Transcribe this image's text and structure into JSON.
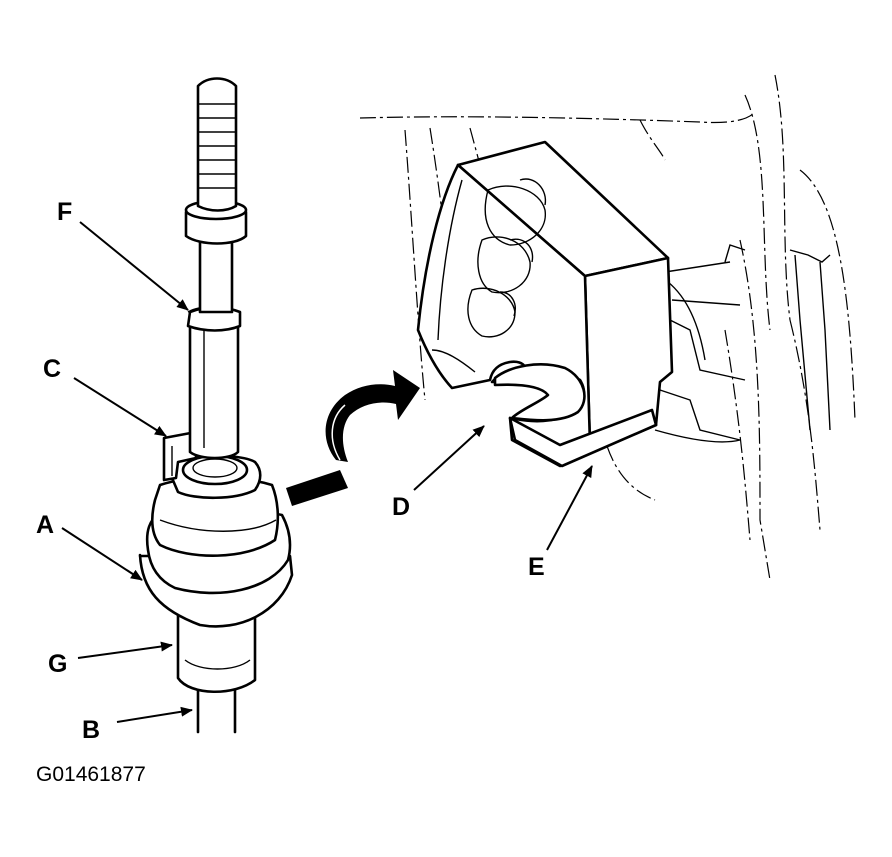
{
  "labels": {
    "a": "A",
    "b": "B",
    "c": "C",
    "d": "D",
    "e": "E",
    "f": "F",
    "g": "G"
  },
  "figure_id": "G01461877"
}
